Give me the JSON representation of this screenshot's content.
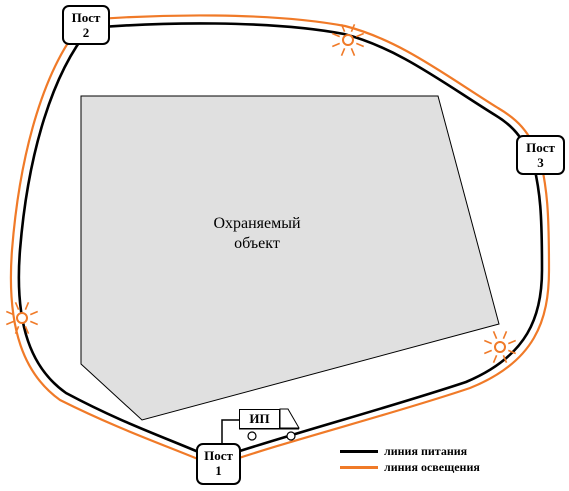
{
  "colors": {
    "power_line": "#000000",
    "lighting_line": "#f07a28",
    "object_fill": "#e0e0e0",
    "lamp": "#f07a28"
  },
  "object": {
    "label_line1": "Охраняемый",
    "label_line2": "объект"
  },
  "posts": [
    {
      "word": "Пост",
      "number": "1"
    },
    {
      "word": "Пост",
      "number": "2"
    },
    {
      "word": "Пост",
      "number": "3"
    }
  ],
  "power_source": {
    "label": "ИП"
  },
  "legend": [
    {
      "label": "линия питания",
      "color": "#000000"
    },
    {
      "label": "линия освещения",
      "color": "#f07a28"
    }
  ],
  "icons": {
    "lamp": "light-lamp-icon",
    "truck": "truck-icon"
  }
}
